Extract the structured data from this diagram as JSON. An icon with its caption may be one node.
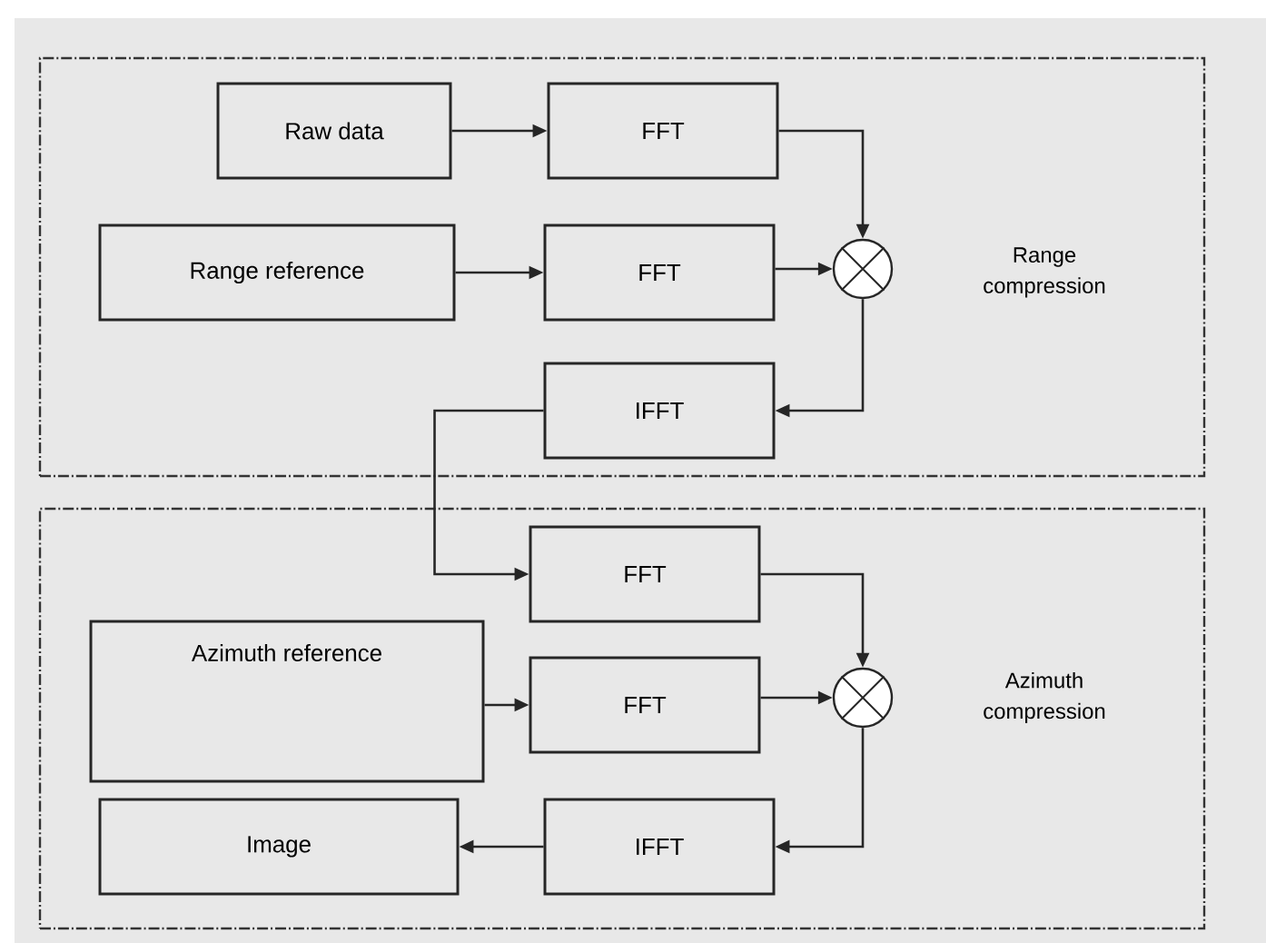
{
  "diagram": {
    "nodes": [
      {
        "text": [
          "Range compression"
        ]
      },
      {
        "text": [
          "Raw data"
        ],
        "in": 0
      },
      {
        "text": [
          "FFT"
        ],
        "in": 0
      },
      {
        "text": [
          "Range reference"
        ],
        "in": 0
      },
      {
        "text": [
          "FFT"
        ],
        "in": 0
      },
      {
        "text": [],
        "shape": "circle",
        "in": 0
      },
      {
        "text": [
          "IFFT"
        ],
        "in": 0
      },
      {
        "text": [
          "Azimuth compression"
        ]
      },
      {
        "text": [
          "FFT"
        ],
        "in": 7
      },
      {
        "text": [
          "Azimuth reference"
        ],
        "in": 7
      },
      {
        "text": [
          "FFT"
        ],
        "in": 7
      },
      {
        "text": [],
        "shape": "circle",
        "in": 7
      },
      {
        "text": [
          "Image"
        ],
        "in": 7
      },
      {
        "text": [
          "IFFT"
        ],
        "in": 7
      }
    ],
    "edges": [
      {
        "from": 1,
        "to": 2,
        "arrow": "to"
      },
      {
        "from": 2,
        "to": 5,
        "arrow": "to"
      },
      {
        "from": 3,
        "to": 4,
        "arrow": "to"
      },
      {
        "from": 4,
        "to": 5,
        "arrow": "to"
      },
      {
        "from": 5,
        "to": 6,
        "arrow": "to"
      },
      {
        "from": 6,
        "to": 8,
        "arrow": "to"
      },
      {
        "from": 8,
        "to": 11,
        "arrow": "to"
      },
      {
        "from": 9,
        "to": 10,
        "arrow": "to"
      },
      {
        "from": 10,
        "to": 11,
        "arrow": "to"
      },
      {
        "from": 11,
        "to": 13,
        "arrow": "to"
      },
      {
        "from": 13,
        "to": 12,
        "arrow": "to"
      }
    ]
  }
}
